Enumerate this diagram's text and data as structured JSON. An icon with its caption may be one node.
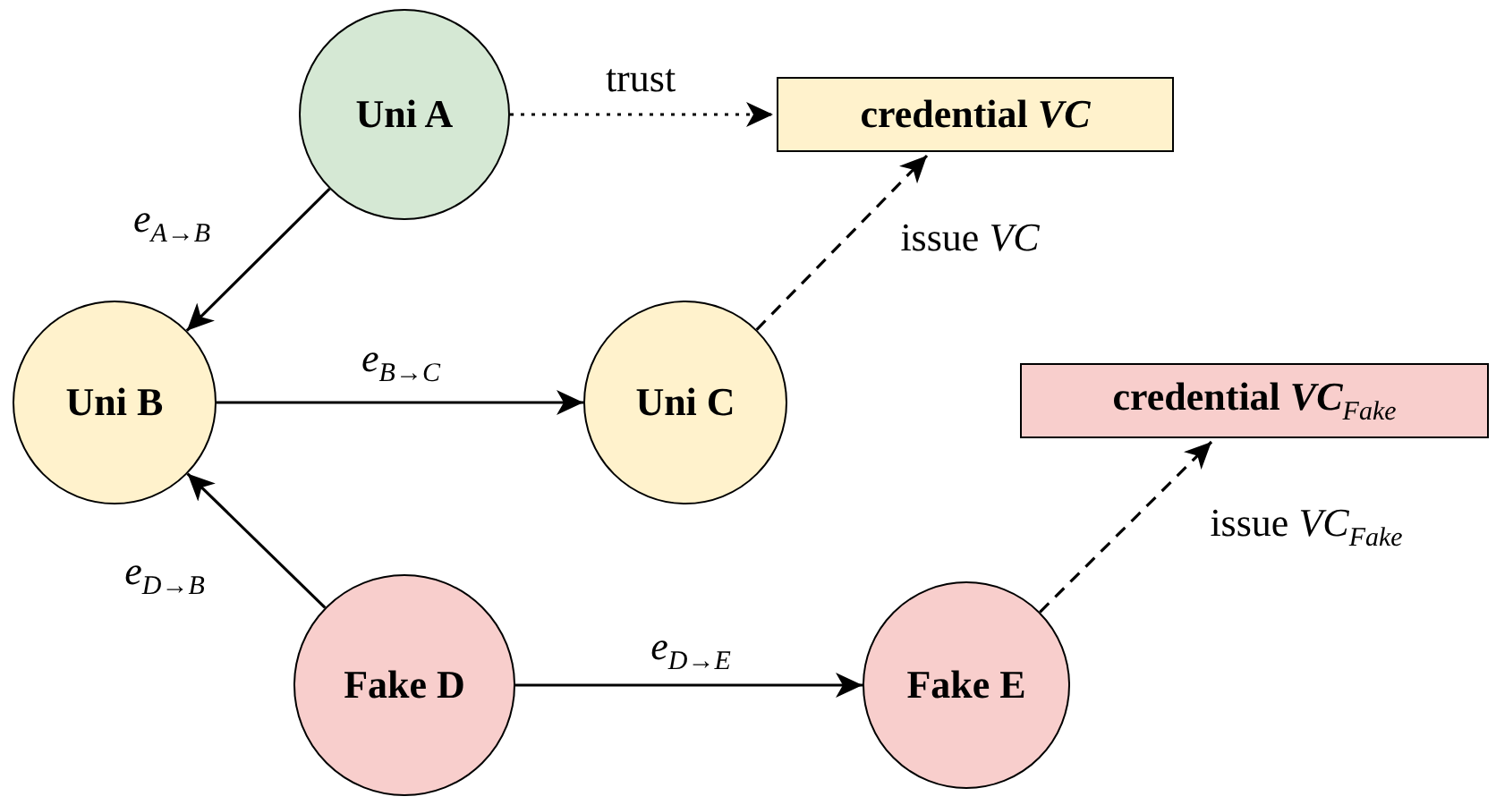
{
  "diagram": {
    "nodes": [
      {
        "text": [
          "Uni A"
        ]
      },
      {
        "text": [
          "credential *VC*"
        ]
      },
      {
        "text": [
          "Uni B"
        ]
      },
      {
        "text": [
          "Uni C"
        ]
      },
      {
        "text": [
          "credential *VC*$_{Fake}$"
        ]
      },
      {
        "text": [
          "Fake D"
        ]
      },
      {
        "text": [
          "Fake E"
        ]
      }
    ],
    "edges": [
      {
        "from": 0,
        "to": 1,
        "arrow": "to",
        "label": "trust",
        "style": "dashed"
      },
      {
        "from": 0,
        "to": 2,
        "arrow": "to",
        "label": "*e*$_{A→B}$"
      },
      {
        "from": 2,
        "to": 3,
        "arrow": "to",
        "label": "*e*$_{B→C}$"
      },
      {
        "from": 3,
        "to": 1,
        "arrow": "to",
        "label": "issue *VC*",
        "style": "dashed"
      },
      {
        "from": 5,
        "to": 2,
        "arrow": "to",
        "label": "*e*$_{D→B}$"
      },
      {
        "from": 5,
        "to": 6,
        "arrow": "to",
        "label": "*e*$_{D→E}$"
      },
      {
        "from": 6,
        "to": 4,
        "arrow": "to",
        "label": "issue *VC*$_{Fake}$",
        "style": "dashed"
      }
    ]
  }
}
